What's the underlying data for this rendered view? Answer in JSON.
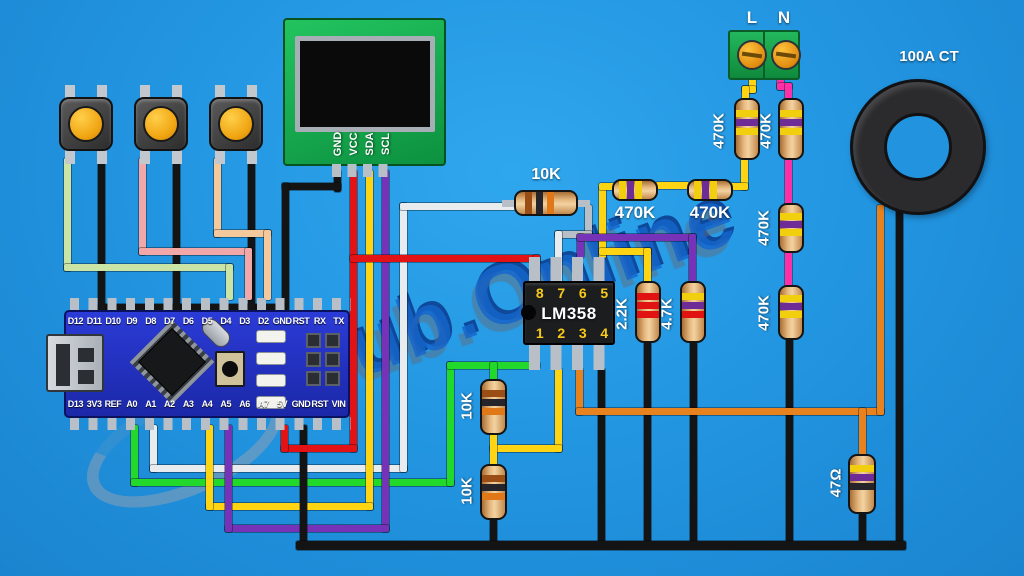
{
  "watermark": {
    "text": "oHub.Online"
  },
  "current_transformer": {
    "label": "100A CT"
  },
  "terminal_block": {
    "labels": [
      "L",
      "N"
    ]
  },
  "display_module": {
    "pins": [
      "GND",
      "VCC",
      "SDA",
      "SCL"
    ]
  },
  "opamp": {
    "name": "LM358",
    "top_pins": [
      "8",
      "7",
      "6",
      "5"
    ],
    "bottom_pins": [
      "1",
      "2",
      "3",
      "4"
    ]
  },
  "arduino": {
    "top_pins": [
      "D12",
      "D11",
      "D10",
      "D9",
      "D8",
      "D7",
      "D6",
      "D5",
      "D4",
      "D3",
      "D2",
      "GND",
      "RST",
      "RX",
      "TX"
    ],
    "bottom_pins": [
      "D13",
      "3V3",
      "REF",
      "A0",
      "A1",
      "A2",
      "A3",
      "A4",
      "A5",
      "A6",
      "A7",
      "5V",
      "GND",
      "RST",
      "VIN"
    ]
  },
  "resistor_labels": {
    "top_10k": "10K",
    "h470k_1": "470K",
    "h470k_2": "470K",
    "l_col_470k": "470K",
    "n_col_470k_1": "470K",
    "n_col_470k_2": "470K",
    "n_col_470k_3": "470K",
    "r2k2": "2.2K",
    "r4k7": "4.7K",
    "v10k_1": "10K",
    "v10k_2": "10K",
    "r47ohm": "47Ω"
  },
  "colors": {
    "background": "#2193df",
    "wire_red": "#e31214",
    "wire_black": "#141414",
    "wire_yellow": "#ffd513",
    "wire_orange": "#e8821e",
    "wire_green": "#21d82b",
    "wire_purple": "#7733b8",
    "wire_white": "#e9ecef",
    "wire_pink": "#ff2fa8",
    "arduino_board": "#2433c4",
    "display_board": "#18a94c",
    "watermark_blue": "#1565cc"
  }
}
